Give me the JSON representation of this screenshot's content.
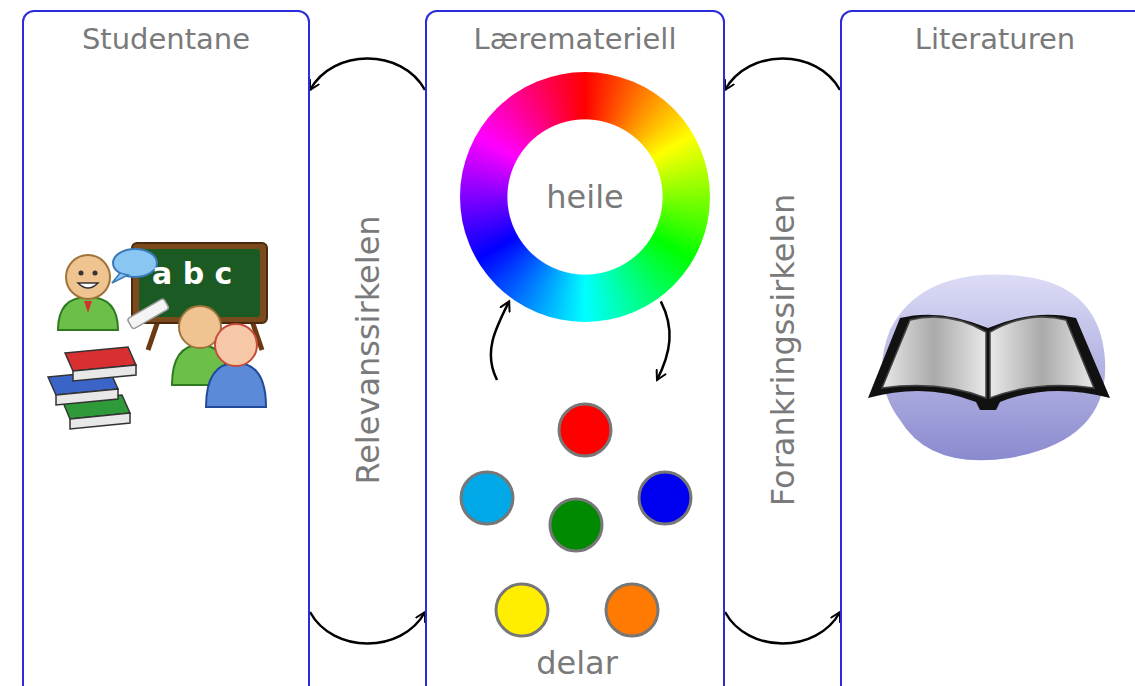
{
  "diagram": {
    "nodes": [
      {
        "text": [
          "Studentane"
        ]
      },
      {
        "text": [
          "Læremateriell"
        ]
      },
      {
        "text": [
          "heile"
        ],
        "in": 1
      },
      {
        "text": [
          "delar"
        ],
        "in": 1
      },
      {
        "text": [
          "Literaturen"
        ]
      }
    ],
    "edges": [
      {
        "from": 1,
        "to": 0,
        "arrow": "to"
      },
      {
        "from": 0,
        "to": 1,
        "arrow": "to"
      },
      {
        "from": 3,
        "to": 2,
        "arrow": "to"
      },
      {
        "from": 2,
        "to": 3,
        "arrow": "to"
      },
      {
        "from": 4,
        "to": 1,
        "arrow": "to"
      },
      {
        "from": 1,
        "to": 4,
        "arrow": "to"
      }
    ],
    "labels": [
      "Relevanssirkelen",
      "Forankringssirkelen",
      "a b c"
    ]
  }
}
